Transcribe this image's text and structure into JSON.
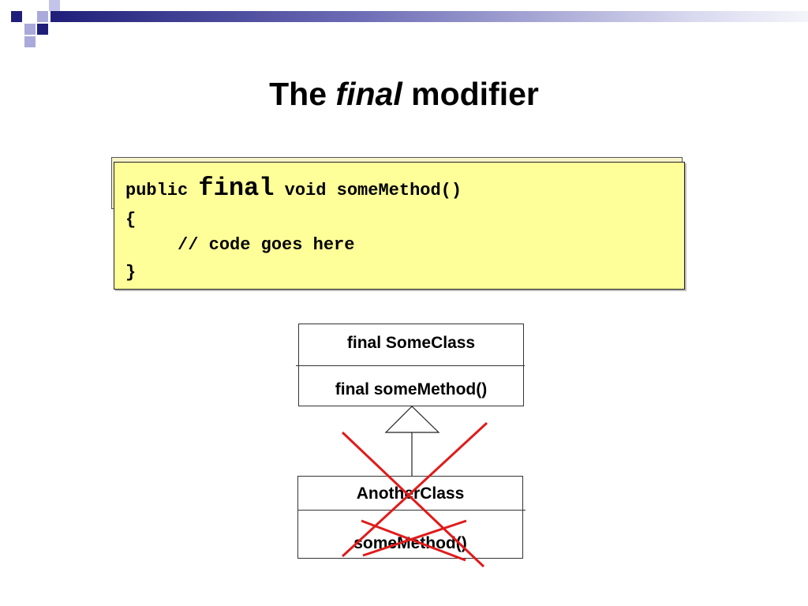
{
  "slide": {
    "title_prefix": "The",
    "title_emphasis": "final",
    "title_suffix": "modifier"
  },
  "code": {
    "line1_a": "public ",
    "line1_keyword": "final",
    "line1_b": " void someMethod()",
    "line2": "{",
    "line3": "     // code goes here",
    "line4": "}"
  },
  "diagram": {
    "superclass": {
      "name": "final SomeClass",
      "method": "final someMethod()"
    },
    "subclass": {
      "name": "AnotherClass",
      "method": "someMethod()"
    }
  },
  "colors": {
    "header_navy": "#1f1f7a",
    "header_lavender": "#9b9bd4",
    "code_background": "#ffff99",
    "cross_red": "#e01b1b"
  }
}
